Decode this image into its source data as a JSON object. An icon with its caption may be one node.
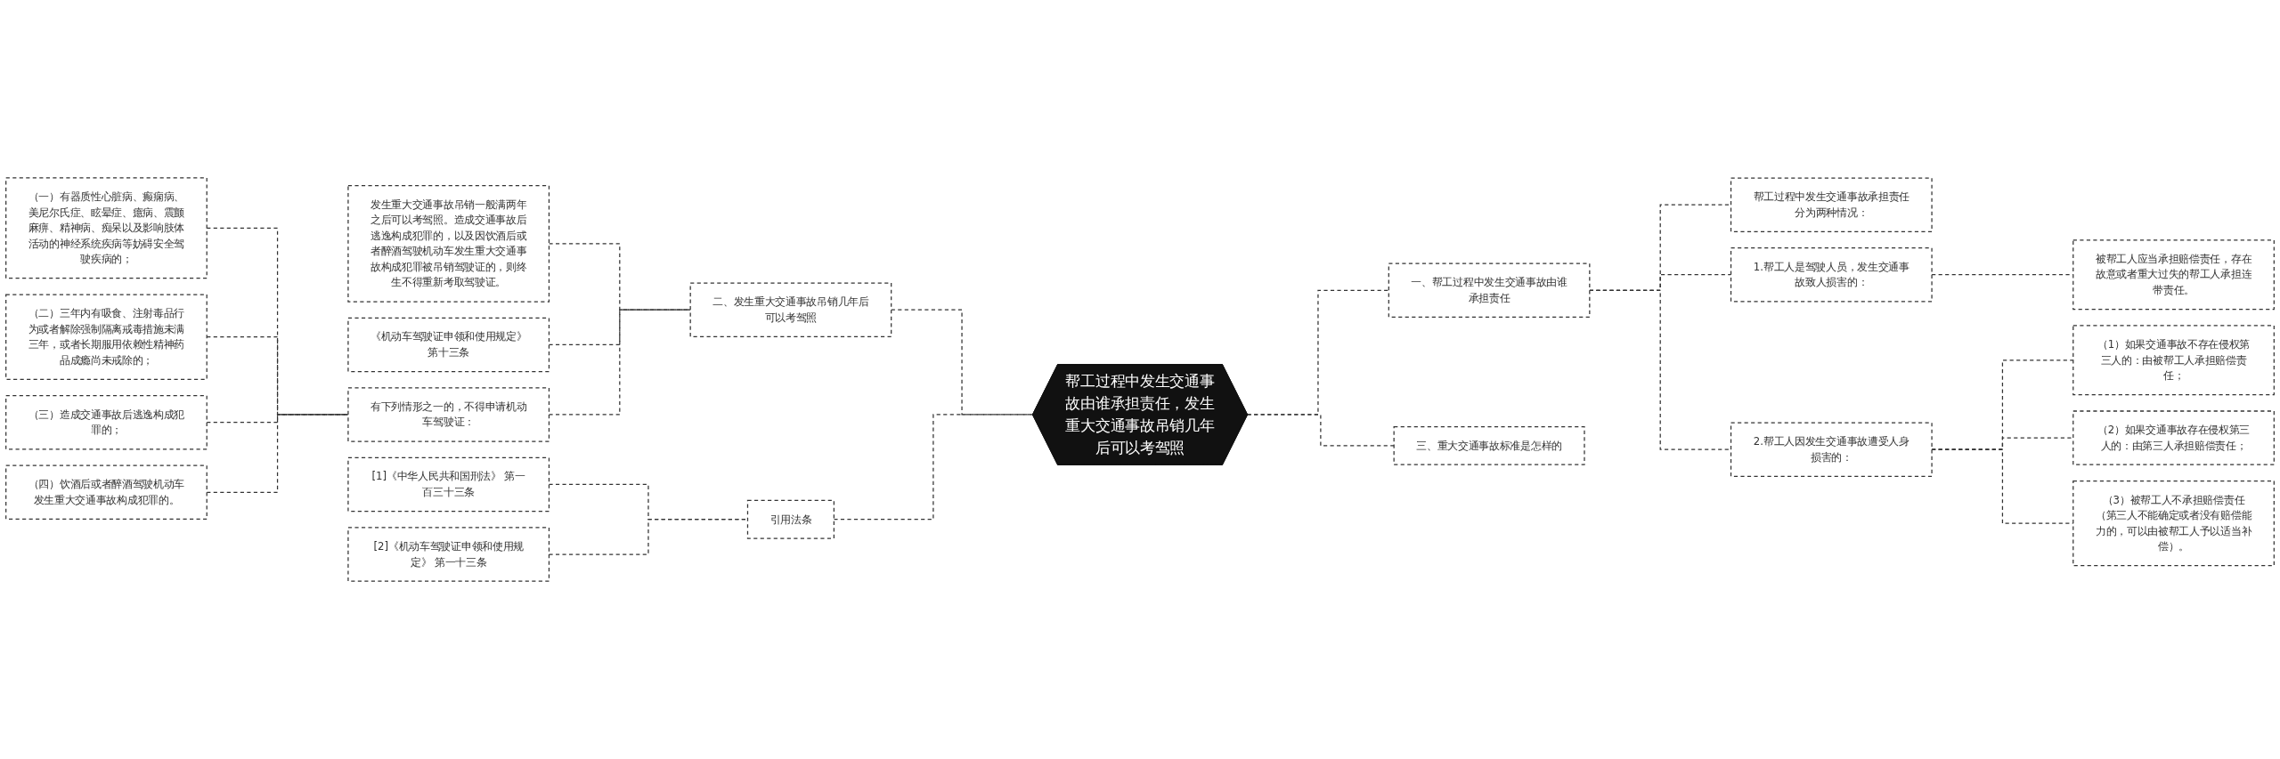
{
  "diagram": {
    "nodes": [
      {
        "text": [
          "帮工过程中发生交通事故由谁承担责任，发生重大交通事故吊销几年后可以考驾照"
        ]
      },
      {
        "text": [
          "二、发生重大交通事故吊销几年后可以考驾照"
        ]
      },
      {
        "text": [
          "发生重大交通事故吊销一般满两年之后可以考驾照。造成交通事故后逃逸构成犯罪的，以及因饮酒后或者醉酒驾驶机动车发生重大交通事故构成犯罪被吊销驾驶证的，则终生不得重新考取驾驶证。"
        ]
      },
      {
        "text": [
          "《机动车驾驶证申领和使用规定》第十三条"
        ]
      },
      {
        "text": [
          "有下列情形之一的，不得申请机动车驾驶证："
        ]
      },
      {
        "text": [
          "（一）有器质性心脏病、癫痫病、美尼尔氏症、眩晕症、癔病、震颤麻痹、精神病、痴呆以及影响肢体活动的神经系统疾病等妨碍安全驾驶疾病的；"
        ]
      },
      {
        "text": [
          "（二）三年内有吸食、注射毒品行为或者解除强制隔离戒毒措施未满三年，或者长期服用依赖性精神药品成瘾尚未戒除的；"
        ]
      },
      {
        "text": [
          "（三）造成交通事故后逃逸构成犯罪的；"
        ]
      },
      {
        "text": [
          "（四）饮酒后或者醉酒驾驶机动车发生重大交通事故构成犯罪的。"
        ]
      },
      {
        "text": [
          "引用法条"
        ]
      },
      {
        "text": [
          "[1]《中华人民共和国刑法》 第一百三十三条"
        ]
      },
      {
        "text": [
          "[2]《机动车驾驶证申领和使用规定》 第一十三条"
        ]
      },
      {
        "text": [
          "一、帮工过程中发生交通事故由谁承担责任"
        ]
      },
      {
        "text": [
          "帮工过程中发生交通事故承担责任分为两种情况："
        ]
      },
      {
        "text": [
          "1.帮工人是驾驶人员，发生交通事故致人损害的："
        ]
      },
      {
        "text": [
          "被帮工人应当承担赔偿责任，存在故意或者重大过失的帮工人承担连带责任。"
        ]
      },
      {
        "text": [
          "2.帮工人因发生交通事故遭受人身损害的："
        ]
      },
      {
        "text": [
          "（1）如果交通事故不存在侵权第三人的：由被帮工人承担赔偿责任；"
        ]
      },
      {
        "text": [
          "（2）如果交通事故存在侵权第三人的：由第三人承担赔偿责任；"
        ]
      },
      {
        "text": [
          "（3）被帮工人不承担赔偿责任（第三人不能确定或者没有赔偿能力的，可以由被帮工人予以适当补偿）。"
        ]
      },
      {
        "text": [
          "三、重大交通事故标准是怎样的"
        ]
      }
    ],
    "edges": [
      {
        "from": 1,
        "to": 0,
        "arrow": "none",
        "style": "dashed"
      },
      {
        "from": 2,
        "to": 1,
        "arrow": "none",
        "style": "dashed"
      },
      {
        "from": 3,
        "to": 1,
        "arrow": "none",
        "style": "dashed"
      },
      {
        "from": 4,
        "to": 1,
        "arrow": "none",
        "style": "dashed"
      },
      {
        "from": 5,
        "to": 4,
        "arrow": "none",
        "style": "dashed"
      },
      {
        "from": 6,
        "to": 4,
        "arrow": "none",
        "style": "dashed"
      },
      {
        "from": 7,
        "to": 4,
        "arrow": "none",
        "style": "dashed"
      },
      {
        "from": 8,
        "to": 4,
        "arrow": "none",
        "style": "dashed"
      },
      {
        "from": 9,
        "to": 0,
        "arrow": "none",
        "style": "dashed"
      },
      {
        "from": 10,
        "to": 9,
        "arrow": "none",
        "style": "dashed"
      },
      {
        "from": 11,
        "to": 9,
        "arrow": "none",
        "style": "dashed"
      },
      {
        "from": 0,
        "to": 12,
        "arrow": "none",
        "style": "dashed"
      },
      {
        "from": 12,
        "to": 13,
        "arrow": "none",
        "style": "dashed"
      },
      {
        "from": 12,
        "to": 14,
        "arrow": "none",
        "style": "dashed"
      },
      {
        "from": 14,
        "to": 15,
        "arrow": "none",
        "style": "dashed"
      },
      {
        "from": 12,
        "to": 16,
        "arrow": "none",
        "style": "dashed"
      },
      {
        "from": 16,
        "to": 17,
        "arrow": "none",
        "style": "dashed"
      },
      {
        "from": 16,
        "to": 18,
        "arrow": "none",
        "style": "dashed"
      },
      {
        "from": 16,
        "to": 19,
        "arrow": "none",
        "style": "dashed"
      },
      {
        "from": 0,
        "to": 20,
        "arrow": "none",
        "style": "dashed"
      }
    ]
  }
}
